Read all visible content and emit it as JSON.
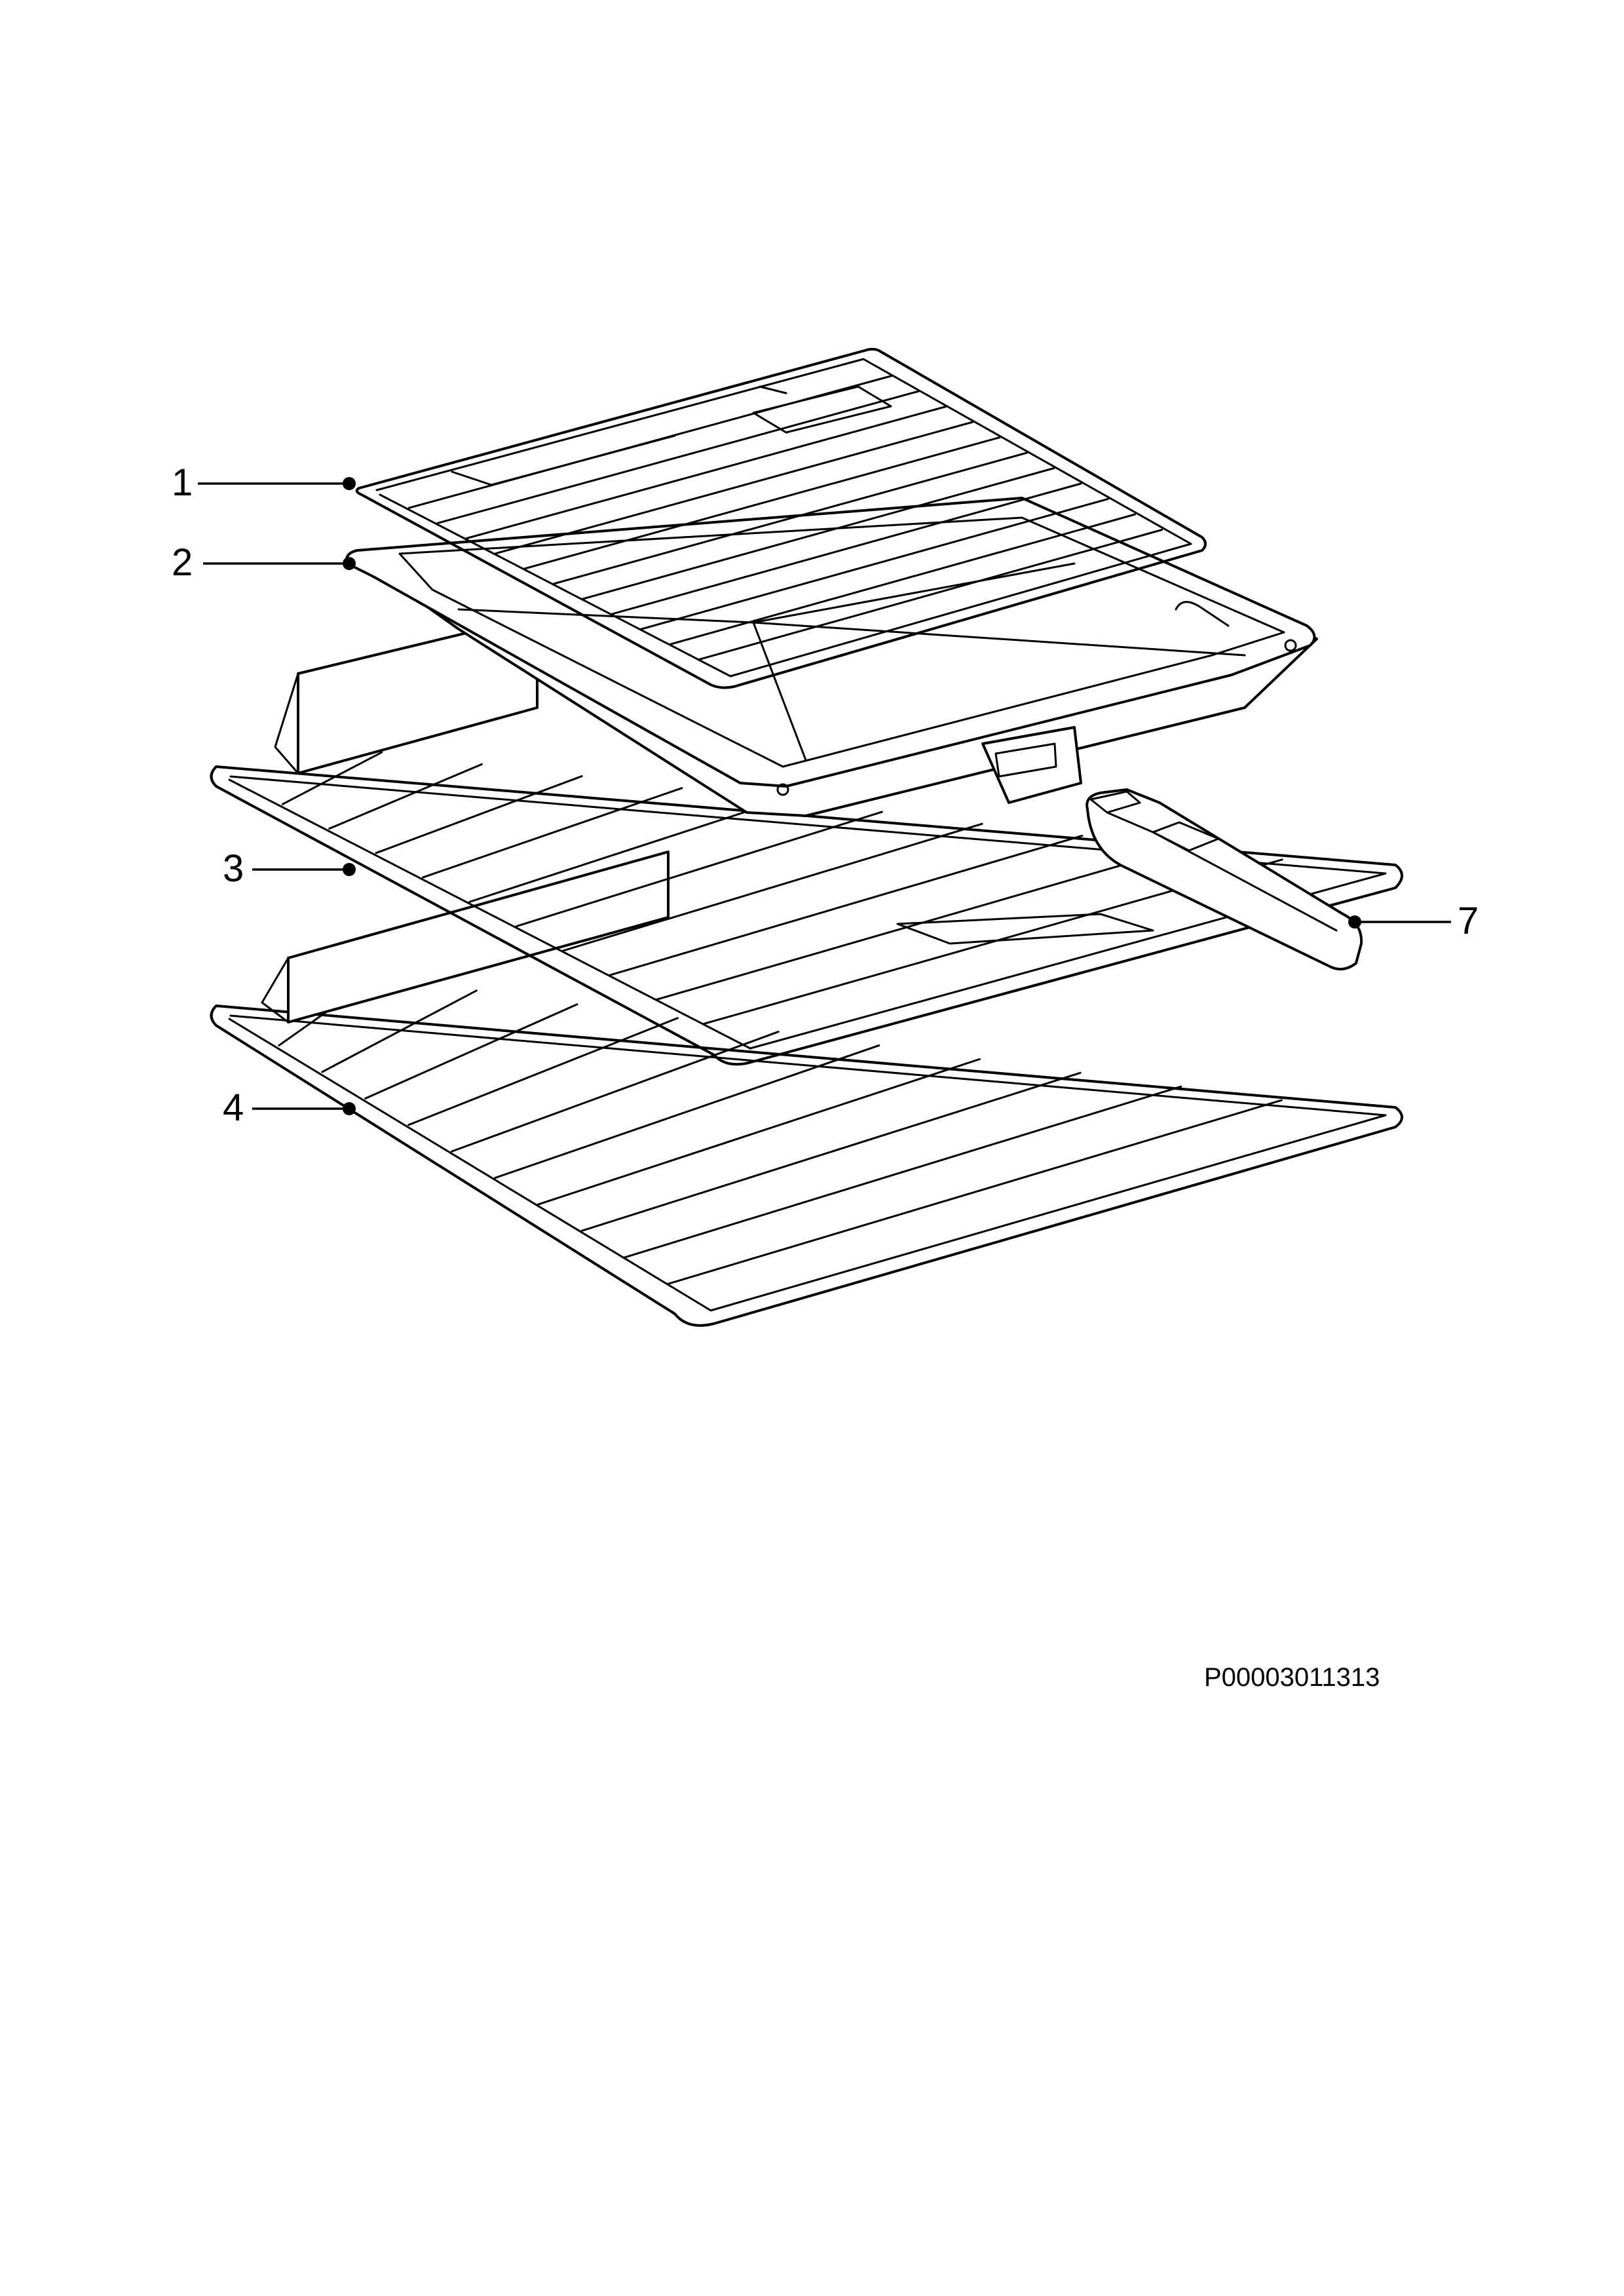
{
  "callouts": [
    {
      "id": "1",
      "label": "1",
      "part": "grid-shelf"
    },
    {
      "id": "2",
      "label": "2",
      "part": "grill-pan"
    },
    {
      "id": "3",
      "label": "3",
      "part": "oven-shelf-upper"
    },
    {
      "id": "4",
      "label": "4",
      "part": "oven-shelf-lower"
    },
    {
      "id": "7",
      "label": "7",
      "part": "pan-handle"
    }
  ],
  "drawing_code": "P00003011313",
  "colors": {
    "line": "#000000",
    "background": "#ffffff"
  }
}
